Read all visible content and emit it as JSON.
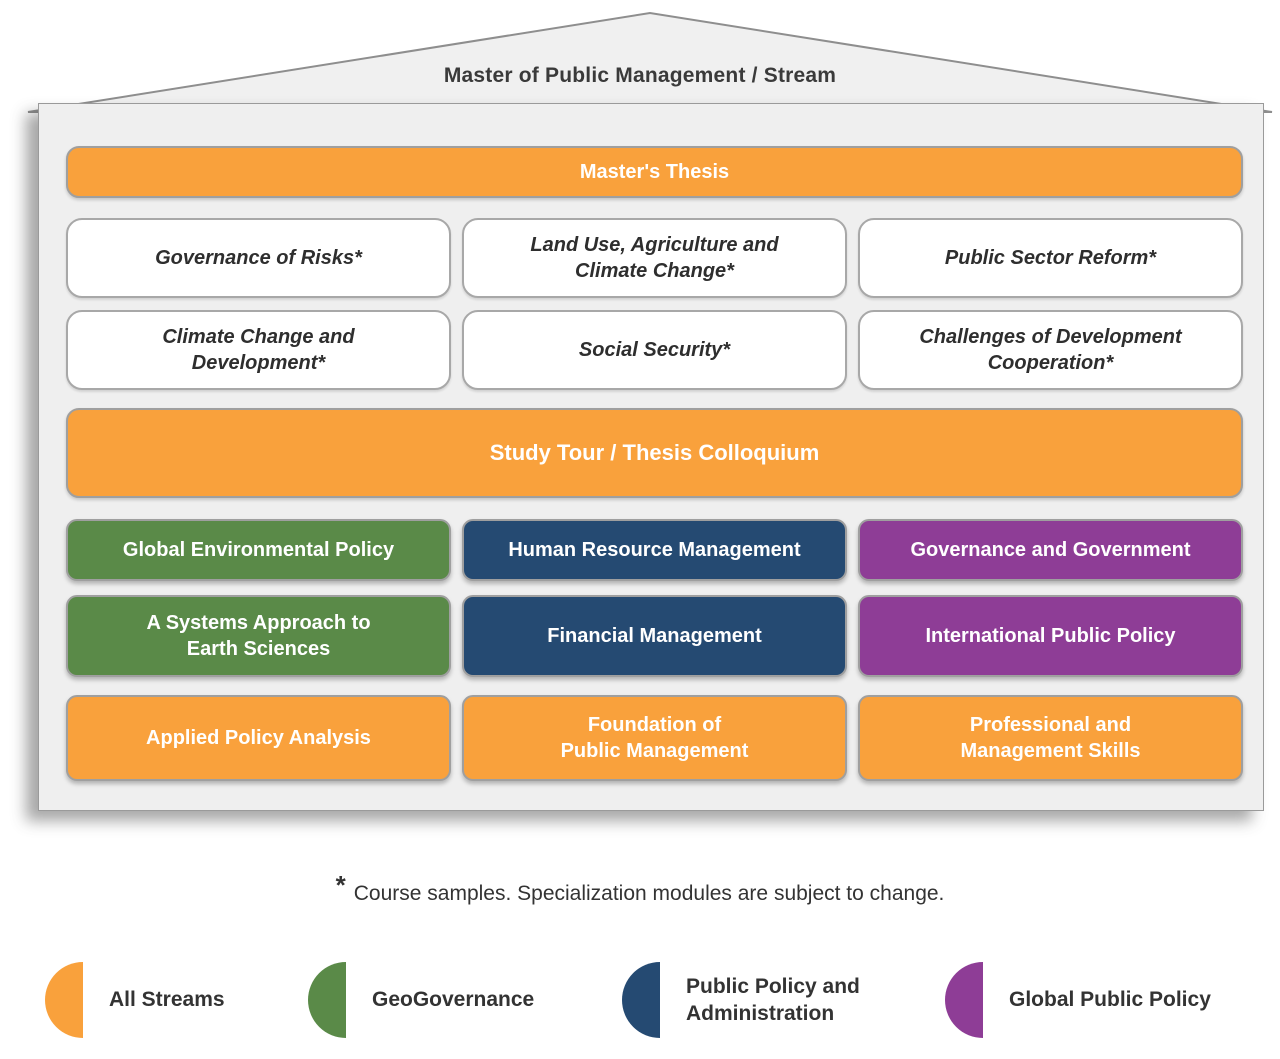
{
  "title": "Master of Public Management / Stream",
  "colors": {
    "orange": "#F9A13C",
    "green": "#5A8A48",
    "blue": "#254A72",
    "purple": "#8E3D96"
  },
  "thesis_bar": {
    "label": "Master's Thesis"
  },
  "study_tour_bar": {
    "label": "Study Tour / Thesis Colloquium"
  },
  "courses": [
    {
      "label": "Governance of Risks*"
    },
    {
      "label": "Land Use, Agriculture and\nClimate Change*"
    },
    {
      "label": "Public Sector Reform*"
    },
    {
      "label": "Climate Change and\nDevelopment*"
    },
    {
      "label": "Social Security*"
    },
    {
      "label": "Challenges of Development\nCooperation*"
    }
  ],
  "modules": [
    {
      "label": "Global Environmental Policy",
      "stream": "GeoGovernance"
    },
    {
      "label": "Human Resource Management",
      "stream": "Public Policy and Administration"
    },
    {
      "label": "Governance and Government",
      "stream": "Global Public Policy"
    },
    {
      "label": "A Systems Approach to\nEarth Sciences",
      "stream": "GeoGovernance"
    },
    {
      "label": "Financial Management",
      "stream": "Public Policy and Administration"
    },
    {
      "label": "International Public Policy",
      "stream": "Global Public Policy"
    },
    {
      "label": "Applied Policy Analysis",
      "stream": "All Streams"
    },
    {
      "label": "Foundation of\nPublic Management",
      "stream": "All Streams"
    },
    {
      "label": "Professional and\nManagement Skills",
      "stream": "All Streams"
    }
  ],
  "footnote": {
    "symbol": "*",
    "text": "Course samples. Specialization modules are subject to change."
  },
  "legend": [
    {
      "label": "All Streams",
      "color": "#F9A13C"
    },
    {
      "label": "GeoGovernance",
      "color": "#5A8A48"
    },
    {
      "label": "Public Policy and\nAdministration",
      "color": "#254A72"
    },
    {
      "label": "Global Public Policy",
      "color": "#8E3D96"
    }
  ]
}
